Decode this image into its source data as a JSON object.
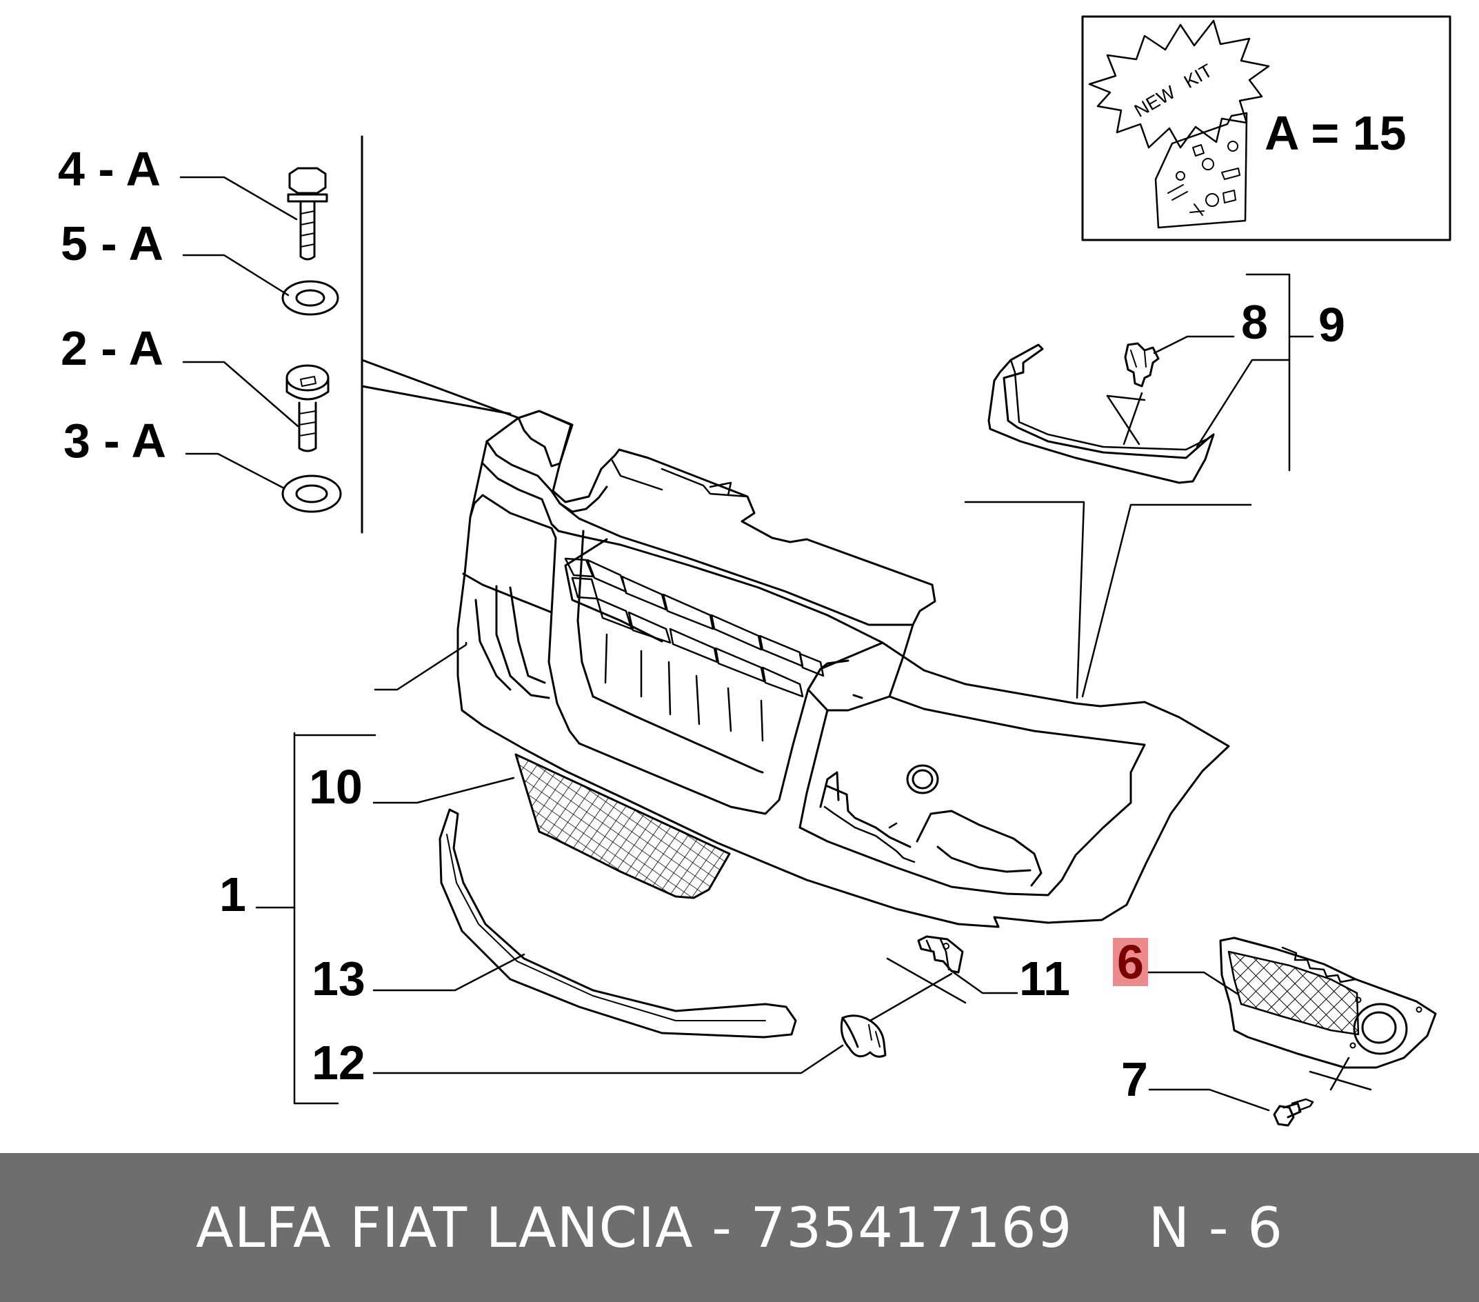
{
  "callouts": {
    "c4a": "4 - A",
    "c5a": "5 - A",
    "c2a": "2 - A",
    "c3a": "3 - A",
    "c1": "1",
    "c10": "10",
    "c13": "13",
    "c12": "12",
    "c11": "11",
    "c6": "6",
    "c7": "7",
    "c8": "8",
    "c9": "9"
  },
  "kit": {
    "burst_word_1": "NEW",
    "burst_word_2": "KIT",
    "equation": "A = 15"
  },
  "footer": {
    "part_label": "ALFA FIAT LANCIA - 735417169",
    "position_label": "N - 6"
  },
  "colors": {
    "highlight": "#ec8b8d",
    "footer_bg": "#6e6e6e"
  }
}
